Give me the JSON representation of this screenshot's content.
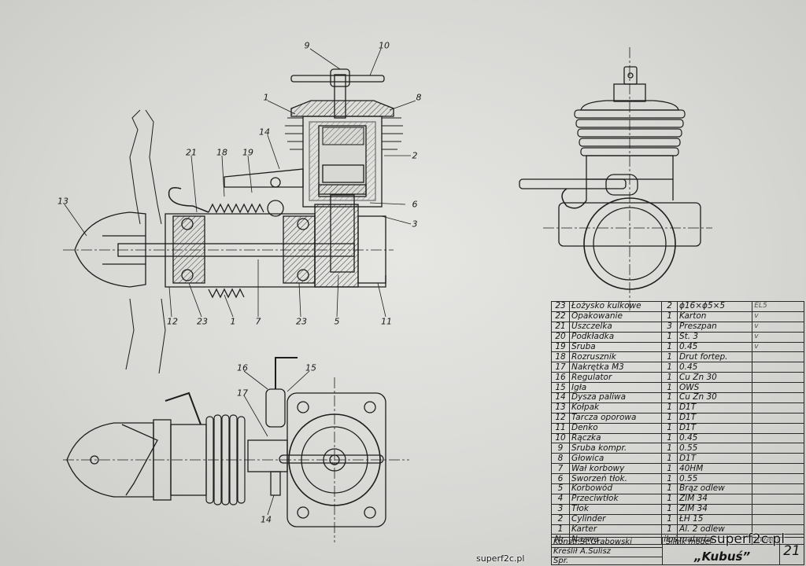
{
  "drawing": {
    "side_view_labels": [
      "9",
      "10",
      "1",
      "8",
      "14",
      "2",
      "21",
      "18",
      "19",
      "6",
      "13",
      "3",
      "12",
      "23",
      "1",
      "7",
      "23",
      "5",
      "11"
    ],
    "top_view_labels": [
      "16",
      "15",
      "17",
      "14"
    ]
  },
  "parts_table": {
    "rows": [
      {
        "nr": "23",
        "name": "Łożysko kulkowe",
        "qty": "2",
        "material": "ϕ16×ϕ5×5",
        "remarks": "EL5"
      },
      {
        "nr": "22",
        "name": "Opakowanie",
        "qty": "1",
        "material": "Karton",
        "remarks": "v"
      },
      {
        "nr": "21",
        "name": "Uszczelka",
        "qty": "3",
        "material": "Preszpan",
        "remarks": "v"
      },
      {
        "nr": "20",
        "name": "Podkładka",
        "qty": "1",
        "material": "St. 3",
        "remarks": "v"
      },
      {
        "nr": "19",
        "name": "Śruba",
        "qty": "1",
        "material": "0.45",
        "remarks": "v"
      },
      {
        "nr": "18",
        "name": "Rozrusznik",
        "qty": "1",
        "material": "Drut fortep.",
        "remarks": ""
      },
      {
        "nr": "17",
        "name": "Nakrętka M3",
        "qty": "1",
        "material": "0.45",
        "remarks": ""
      },
      {
        "nr": "16",
        "name": "Regulator",
        "qty": "1",
        "material": "Cu Zn 30",
        "remarks": ""
      },
      {
        "nr": "15",
        "name": "Igła",
        "qty": "1",
        "material": "OWS",
        "remarks": ""
      },
      {
        "nr": "14",
        "name": "Dysza paliwa",
        "qty": "1",
        "material": "Cu Zn 30",
        "remarks": ""
      },
      {
        "nr": "13",
        "name": "Kołpak",
        "qty": "1",
        "material": "D1T",
        "remarks": ""
      },
      {
        "nr": "12",
        "name": "Tarcza oporowa",
        "qty": "1",
        "material": "D1T",
        "remarks": ""
      },
      {
        "nr": "11",
        "name": "Denko",
        "qty": "1",
        "material": "D1T",
        "remarks": ""
      },
      {
        "nr": "10",
        "name": "Rączka",
        "qty": "1",
        "material": "0.45",
        "remarks": ""
      },
      {
        "nr": "9",
        "name": "Śruba kompr.",
        "qty": "1",
        "material": "0.55",
        "remarks": ""
      },
      {
        "nr": "8",
        "name": "Głowica",
        "qty": "1",
        "material": "D1T",
        "remarks": ""
      },
      {
        "nr": "7",
        "name": "Wał korbowy",
        "qty": "1",
        "material": "40HM",
        "remarks": ""
      },
      {
        "nr": "6",
        "name": "Sworzeń tłok.",
        "qty": "1",
        "material": "0.55",
        "remarks": ""
      },
      {
        "nr": "5",
        "name": "Korbowód",
        "qty": "1",
        "material": "Brąz odlew",
        "remarks": ""
      },
      {
        "nr": "4",
        "name": "Przeciwtłok",
        "qty": "1",
        "material": "ZIM 34",
        "remarks": ""
      },
      {
        "nr": "3",
        "name": "Tłok",
        "qty": "1",
        "material": "ZIM 34",
        "remarks": ""
      },
      {
        "nr": "2",
        "name": "Cylinder",
        "qty": "1",
        "material": "ŁH 15",
        "remarks": ""
      },
      {
        "nr": "1",
        "name": "Karter",
        "qty": "1",
        "material": "Al. 2 odlew",
        "remarks": ""
      }
    ],
    "header": {
      "nr": "Nr.",
      "name": "Nazwa",
      "qty": "ilość",
      "material": "materiał",
      "remarks": "uwagi"
    }
  },
  "title_block": {
    "constructor_key": "Konstr.",
    "constructor": "St.Grabowski",
    "drawer_key": "Kreślił",
    "drawer": "A.Sulisz",
    "checker_key": "Spr.",
    "subtitle": "Silnik model",
    "title": "„Kubuś”",
    "sheet": "21"
  },
  "watermarks": {
    "big": "superf2c.pl",
    "small": "superf2c.pl"
  },
  "colors": {
    "paper": "#dcdcd9",
    "ink": "#1a1a1a"
  }
}
